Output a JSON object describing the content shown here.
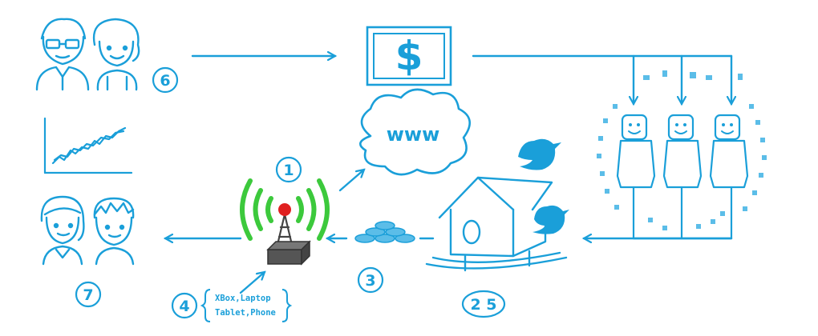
{
  "colors": {
    "stroke": "#1a9fd9",
    "light": "#5bbde8",
    "green": "#3cc93c",
    "red": "#e02020",
    "tower_base": "#555555"
  },
  "labels": {
    "n1": "1",
    "n25": "2 5",
    "n3": "3",
    "n4": "4",
    "n6": "6",
    "n7": "7",
    "dollar": "$",
    "www": "www",
    "devices_line1": "XBox,Laptop",
    "devices_line2": "Tablet,Phone"
  },
  "icons": [
    "grandparents-icon",
    "growth-chart-icon",
    "children-icon",
    "money-icon",
    "internet-cloud-icon",
    "wifi-tower-icon",
    "treehouse-icon",
    "twitter-bird-icon",
    "network-hub-icon",
    "team-people-icon"
  ]
}
